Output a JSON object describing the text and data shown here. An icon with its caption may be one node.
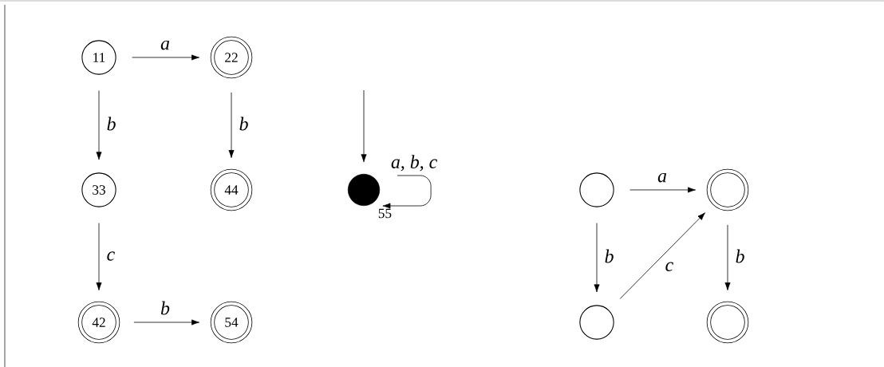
{
  "diagram": {
    "nodes": [
      {
        "text": [
          "11"
        ]
      },
      {
        "text": [
          "22"
        ]
      },
      {
        "text": [
          "33"
        ]
      },
      {
        "text": [
          "44"
        ]
      },
      {
        "text": [
          "42"
        ]
      },
      {
        "text": [
          "54"
        ]
      },
      {
        "text": [],
        "shape": "circle",
        "beside": [
          "55"
        ]
      },
      {
        "text": [],
        "shape": "circle"
      },
      {
        "text": [],
        "shape": "circle"
      },
      {
        "text": [],
        "shape": "circle"
      },
      {
        "text": [],
        "shape": "circle"
      }
    ],
    "edges": [
      {
        "from": 0,
        "to": 1,
        "arrow": "to",
        "label": "a"
      },
      {
        "from": 0,
        "to": 2,
        "arrow": "to",
        "label": "b"
      },
      {
        "from": 1,
        "to": 3,
        "arrow": "to",
        "label": "b"
      },
      {
        "from": 2,
        "to": 4,
        "arrow": "to",
        "label": "c"
      },
      {
        "from": 4,
        "to": 5,
        "arrow": "to",
        "label": "b"
      },
      {
        "from": null,
        "to": 6,
        "arrow": "to"
      },
      {
        "from": 6,
        "to": 6,
        "arrow": "to",
        "label": "a, b, c"
      },
      {
        "from": 7,
        "to": 8,
        "arrow": "to",
        "label": "a"
      },
      {
        "from": 7,
        "to": 9,
        "arrow": "to",
        "label": "b"
      },
      {
        "from": 9,
        "to": 8,
        "arrow": "to",
        "label": "c"
      },
      {
        "from": 8,
        "to": 10,
        "arrow": "to",
        "label": "b"
      }
    ]
  }
}
